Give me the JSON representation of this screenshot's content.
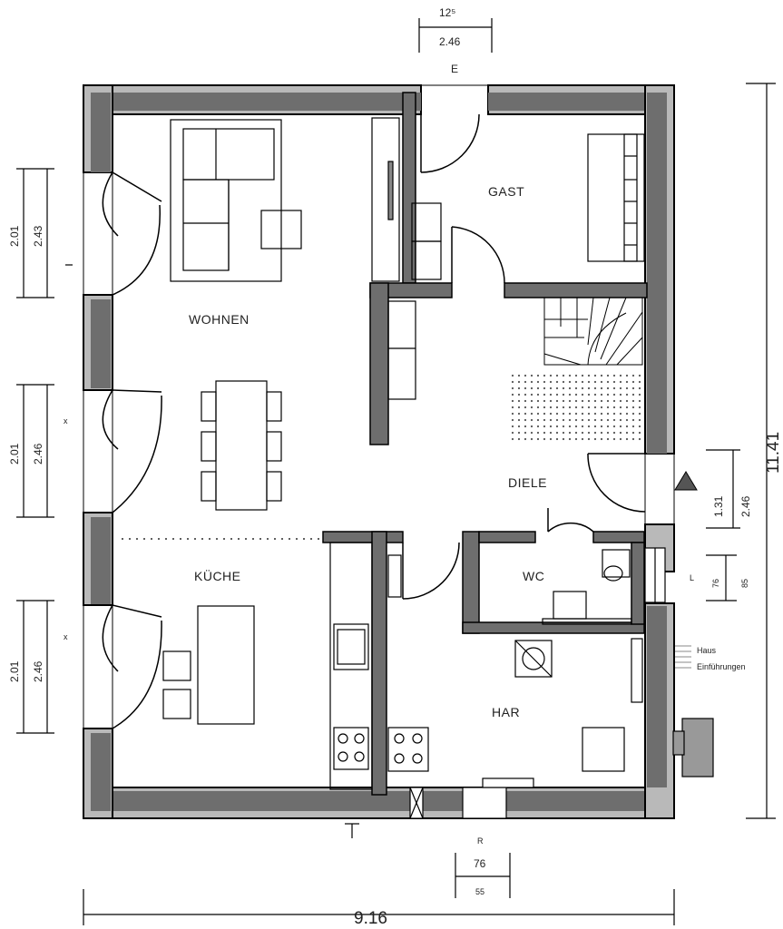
{
  "rooms": {
    "wohnen": "WOHNEN",
    "gast": "GAST",
    "diele": "DIELE",
    "kuche": "KÜCHE",
    "wc": "WC",
    "har": "HAR"
  },
  "dimensions": {
    "top_upper": "12⁵",
    "top_lower": "2.46",
    "left_1_outer": "2.01",
    "left_1_inner": "2.43",
    "left_2_outer": "2.01",
    "left_2_inner": "2.46",
    "left_3_outer": "2.01",
    "left_3_inner": "2.46",
    "right_total": "11.41",
    "right_door_a": "1.31",
    "right_door_b": "2.46",
    "right_win_a": "76",
    "right_win_b": "85",
    "bottom_width": "76",
    "bottom_width_b": "55",
    "total_width": "9.16"
  },
  "markers": {
    "top_entry": "E",
    "bottom_r": "R",
    "right_l": "L",
    "left_x1": "x",
    "left_x2": "x"
  },
  "labels": {
    "haus_line1": "Haus",
    "haus_line2": "Einführungen"
  }
}
